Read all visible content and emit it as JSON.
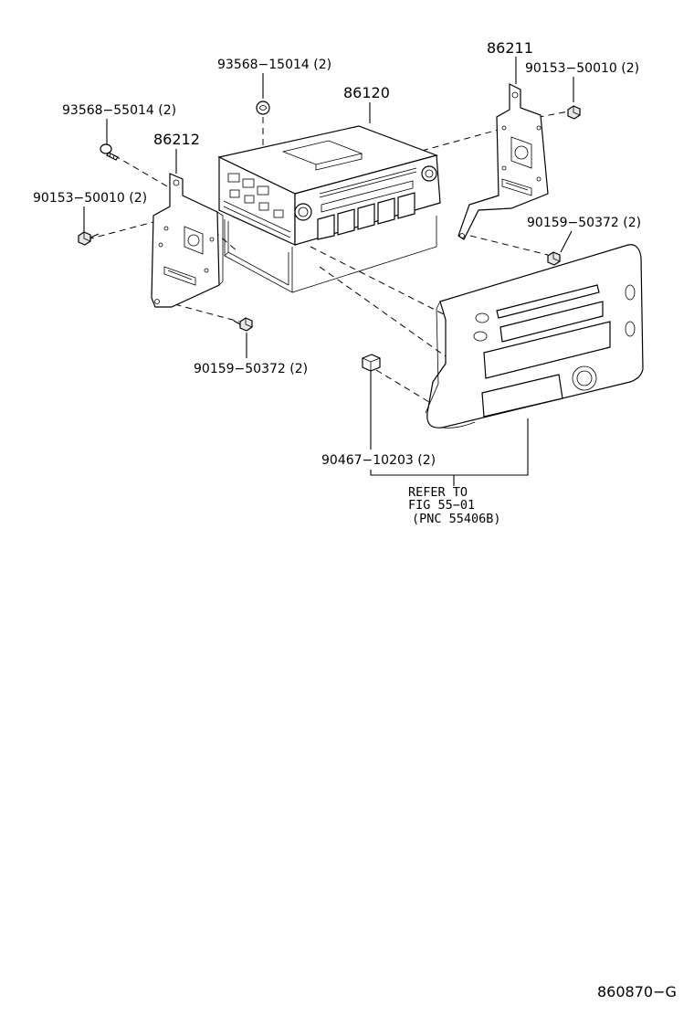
{
  "callouts": {
    "screw_top": "93568−15014 (2)",
    "unit": "86120",
    "bracket_right": "86211",
    "bolt_right_top": "90153−50010 (2)",
    "screw_left": "93568−55014 (2)",
    "bracket_left": "86212",
    "bolt_left_top": "90153−50010 (2)",
    "bolt_right_bottom": "90159−50372 (2)",
    "bolt_left_bottom": "90159−50372 (2)",
    "clip": "90467−10203 (2)"
  },
  "refer": {
    "line1": "REFER TO",
    "line2": "FIG 55−01",
    "line3": "(PNC 55406B)"
  },
  "figure_code": "860870−G"
}
